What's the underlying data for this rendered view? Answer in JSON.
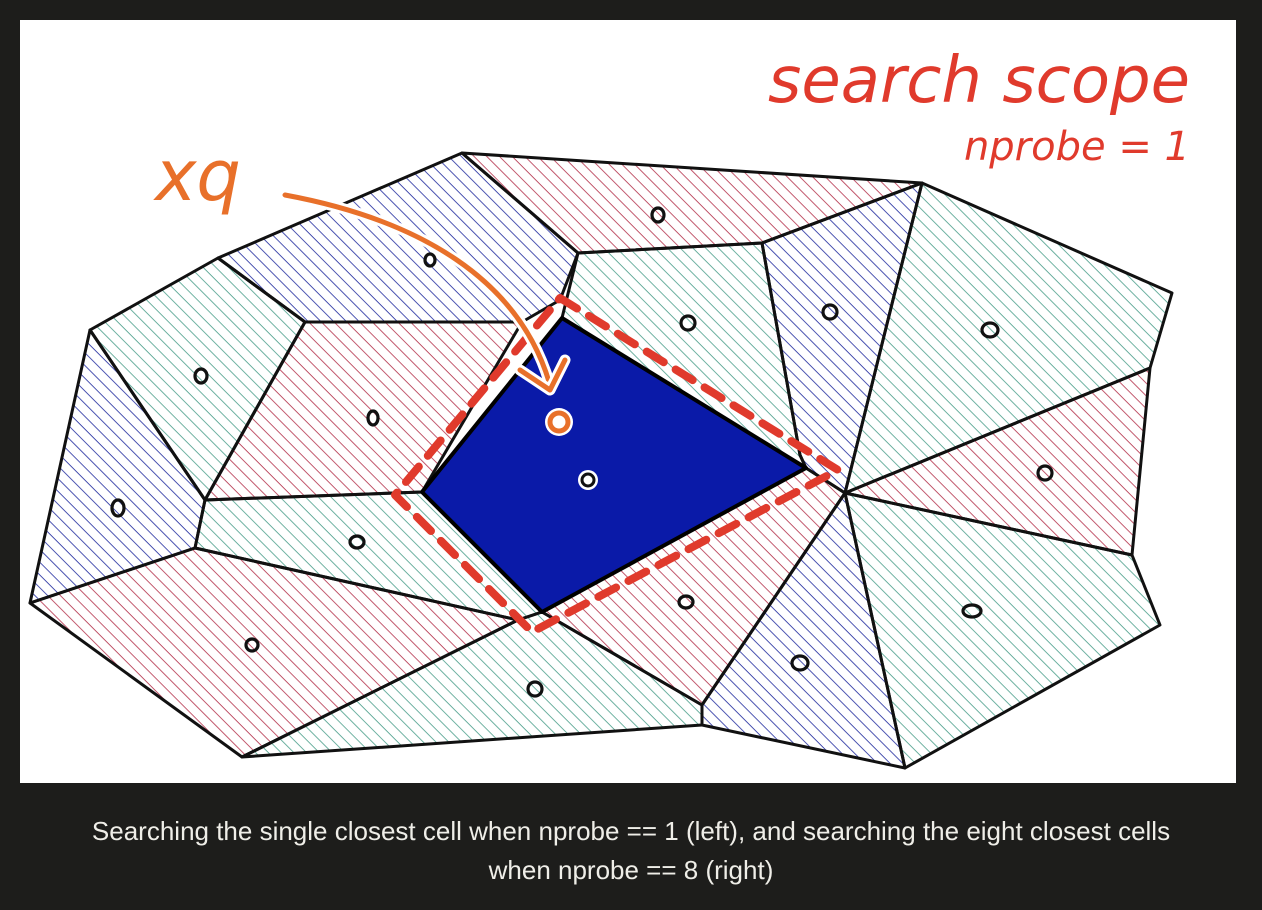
{
  "diagram": {
    "title": "search scope",
    "subtitle": "nprobe = 1",
    "query_label": "xq",
    "colors": {
      "background": "#1d1d1b",
      "panel": "#ffffff",
      "blue_hatch": "#1f2a9e",
      "red_hatch": "#b3304a",
      "green_hatch": "#4a9e8a",
      "selected_cell": "#0a1aa8",
      "scope_dash": "#e03a2c",
      "query": "#e8702a",
      "title": "#e03a2c"
    }
  },
  "caption": {
    "line1": "Searching the single closest cell when nprobe == 1 (left), and searching the eight closest cells",
    "line2": "when nprobe == 8 (right)"
  }
}
